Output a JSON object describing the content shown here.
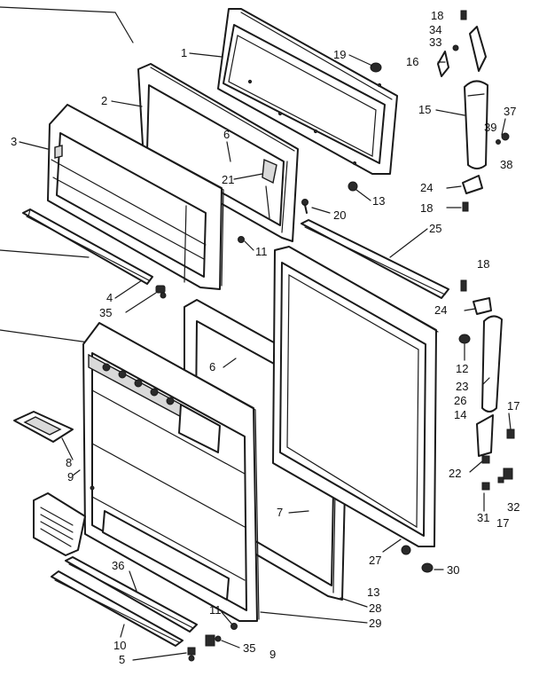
{
  "callouts": [
    {
      "id": "c1",
      "text": "1"
    },
    {
      "id": "c2",
      "text": "2"
    },
    {
      "id": "c3",
      "text": "3"
    },
    {
      "id": "c4",
      "text": "4"
    },
    {
      "id": "c35a",
      "text": "35"
    },
    {
      "id": "c6a",
      "text": "6"
    },
    {
      "id": "c21",
      "text": "21"
    },
    {
      "id": "c19",
      "text": "19"
    },
    {
      "id": "c13a",
      "text": "13"
    },
    {
      "id": "c20",
      "text": "20"
    },
    {
      "id": "c11a",
      "text": "11"
    },
    {
      "id": "c25",
      "text": "25"
    },
    {
      "id": "c18a",
      "text": "18"
    },
    {
      "id": "c34",
      "text": "34"
    },
    {
      "id": "c33",
      "text": "33"
    },
    {
      "id": "c16",
      "text": "16"
    },
    {
      "id": "c15",
      "text": "15"
    },
    {
      "id": "c37",
      "text": "37"
    },
    {
      "id": "c39",
      "text": "39"
    },
    {
      "id": "c38",
      "text": "38"
    },
    {
      "id": "c24a",
      "text": "24"
    },
    {
      "id": "c18b",
      "text": "18"
    },
    {
      "id": "c18c",
      "text": "18"
    },
    {
      "id": "c24b",
      "text": "24"
    },
    {
      "id": "c12",
      "text": "12"
    },
    {
      "id": "c23",
      "text": "23"
    },
    {
      "id": "c26",
      "text": "26"
    },
    {
      "id": "c14",
      "text": "14"
    },
    {
      "id": "c17a",
      "text": "17"
    },
    {
      "id": "c22",
      "text": "22"
    },
    {
      "id": "c31",
      "text": "31"
    },
    {
      "id": "c17b",
      "text": "17"
    },
    {
      "id": "c32",
      "text": "32"
    },
    {
      "id": "c6b",
      "text": "6"
    },
    {
      "id": "c8",
      "text": "8"
    },
    {
      "id": "c9a",
      "text": "9"
    },
    {
      "id": "c7",
      "text": "7"
    },
    {
      "id": "c27",
      "text": "27"
    },
    {
      "id": "c13b",
      "text": "13"
    },
    {
      "id": "c30",
      "text": "30"
    },
    {
      "id": "c28",
      "text": "28"
    },
    {
      "id": "c29",
      "text": "29"
    },
    {
      "id": "c36",
      "text": "36"
    },
    {
      "id": "c11b",
      "text": "11"
    },
    {
      "id": "c10",
      "text": "10"
    },
    {
      "id": "c5",
      "text": "5"
    },
    {
      "id": "c35b",
      "text": "35"
    },
    {
      "id": "c9b",
      "text": "9"
    }
  ]
}
